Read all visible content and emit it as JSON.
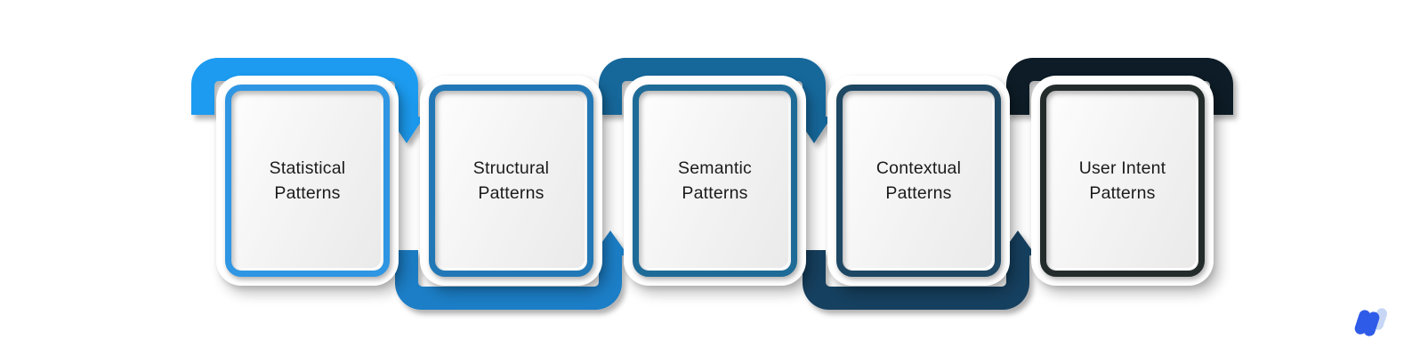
{
  "diagram": {
    "type": "process-flow",
    "flow_direction": "left-to-right",
    "background_color": "#FFFFFF",
    "text_color": "#1B1B1B",
    "card_background": "#FFFFFF",
    "steps": [
      {
        "label": "Statistical Patterns",
        "ribbon_color": "#1E9BF0",
        "border_color": "#2E96E3",
        "ribbon_position": "top",
        "has_arrow": true,
        "arrow_direction": "down"
      },
      {
        "label": "Structural Patterns",
        "ribbon_color": "#1B7EC6",
        "border_color": "#2278B6",
        "ribbon_position": "bottom",
        "has_arrow": true,
        "arrow_direction": "up"
      },
      {
        "label": "Semantic Patterns",
        "ribbon_color": "#15689B",
        "border_color": "#1E6B97",
        "ribbon_position": "top",
        "has_arrow": true,
        "arrow_direction": "down"
      },
      {
        "label": "Contextual Patterns",
        "ribbon_color": "#16405F",
        "border_color": "#1D4763",
        "ribbon_position": "bottom",
        "has_arrow": true,
        "arrow_direction": "up"
      },
      {
        "label": "User Intent Patterns",
        "ribbon_color": "#0D1B26",
        "border_color": "#242C2B",
        "ribbon_position": "top",
        "has_arrow": false,
        "arrow_direction": "none"
      }
    ],
    "logo": {
      "name": "w-mark-logo",
      "bar_colors": [
        "#2E5BE8",
        "#2E5BE8",
        "#C6D6F4"
      ]
    }
  }
}
